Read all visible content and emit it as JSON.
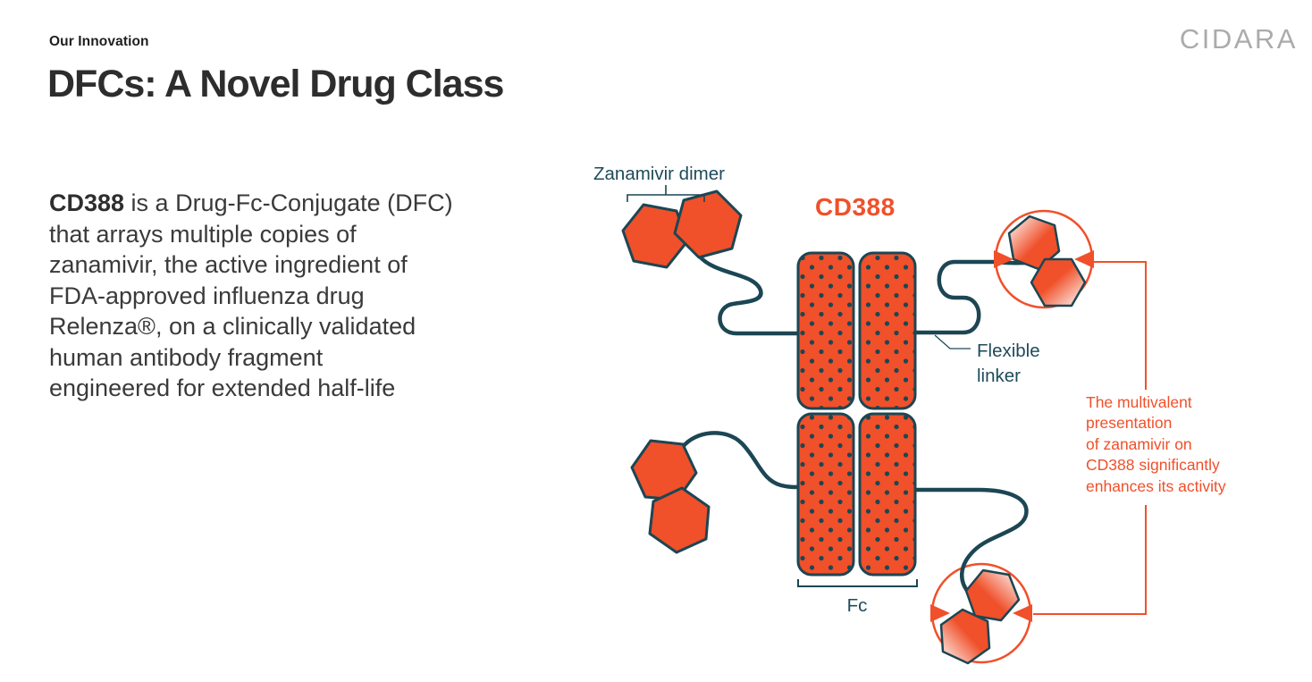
{
  "slide": {
    "eyebrow": "Our Innovation",
    "title": "DFCs: A Novel Drug Class",
    "logo_text": "CIDARA",
    "description": {
      "bold_lead": "CD388",
      "line1_rest": " is a Drug-Fc-Conjugate (DFC)",
      "lines": [
        "that arrays multiple copies of",
        "zanamivir, the active ingredient of",
        "FDA-approved influenza drug",
        "Relenza®, on a clinically validated",
        "human antibody fragment",
        "engineered for extended half-life"
      ]
    }
  },
  "diagram": {
    "molecule_name": "CD388",
    "zanamivir_dimer_label": "Zanamivir dimer",
    "flexible_linker_label": [
      "Flexible",
      "linker"
    ],
    "fc_label": "Fc",
    "annotation": {
      "lines": [
        "The multivalent",
        "presentation",
        "of zanamivir on",
        "CD388 significantly",
        "enhances its activity"
      ]
    },
    "colors": {
      "orange": "#F0502A",
      "dark_teal": "#1C4653",
      "label_teal": "#1E4B5A",
      "heading_text": "#2D2D2D",
      "body_text": "#3A3A3A",
      "logo_gray": "#ABABAB",
      "background": "#FFFFFF"
    }
  }
}
